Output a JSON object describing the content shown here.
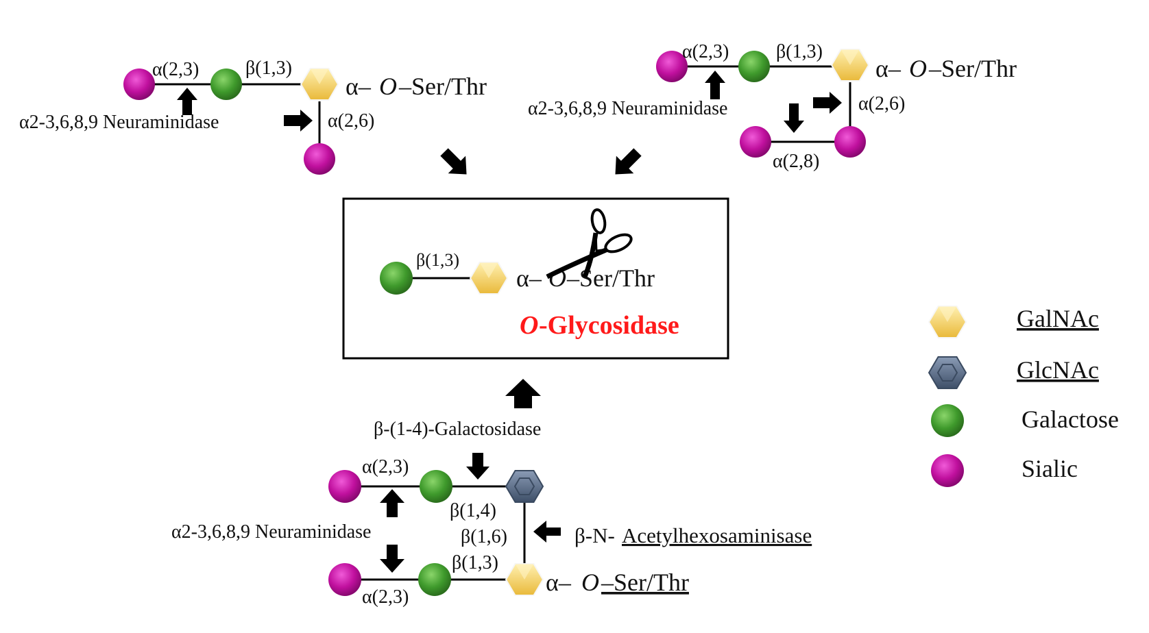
{
  "colors": {
    "galnac": "#f4c542",
    "glcnac": "#5d6f8a",
    "galactose": "#3f9a2c",
    "sialic": "#c0109e",
    "title_red": "#ff1a1a",
    "line": "#000000"
  },
  "icons": {
    "galnac": "yellow-hexagon",
    "glcnac": "blue-hexagon",
    "galactose": "green-circle",
    "sialic": "magenta-circle",
    "arrow": "black-block-arrow",
    "scissors": "scissors-icon"
  },
  "top_left": {
    "link_a23": "α(2,3)",
    "link_b13": "β(1,3)",
    "link_a26": "α(2,6)",
    "alpha": "α–",
    "o": "O",
    "tail": "–Ser/Thr",
    "enzyme": "α2-3,6,8,9 Neuraminidase"
  },
  "top_right": {
    "link_a23": "α(2,3)",
    "link_b13": "β(1,3)",
    "link_a26": "α(2,6)",
    "link_a28": "α(2,8)",
    "alpha": "α–",
    "o": "O",
    "tail": "–Ser/Thr",
    "enzyme": "α2-3,6,8,9 Neuraminidase"
  },
  "center": {
    "link_b13": "β(1,3)",
    "alpha": "α–",
    "o": "O",
    "tail": "–Ser/Thr",
    "enzyme_o": "O",
    "enzyme_rest": "-Glycosidase"
  },
  "bottom": {
    "enzyme_galactosidase": "β-(1-4)-Galactosidase",
    "link_a23_top": "α(2,3)",
    "link_b14": "β(1,4)",
    "link_b16": "β(1,6)",
    "link_b13": "β(1,3)",
    "link_a23_bottom": "α(2,3)",
    "enzyme_neuraminidase": "α2-3,6,8,9 Neuraminidase",
    "enzyme_hexosaminidase_prefix": "β-N-",
    "enzyme_hexosaminidase_name": "Acetylhexosaminisase",
    "alpha": "α–",
    "o": "O",
    "tail": "–Ser/Thr"
  },
  "legend": {
    "galnac": "GalNAc",
    "glcnac": "GlcNAc",
    "galactose": "Galactose",
    "sialic": "Sialic"
  }
}
